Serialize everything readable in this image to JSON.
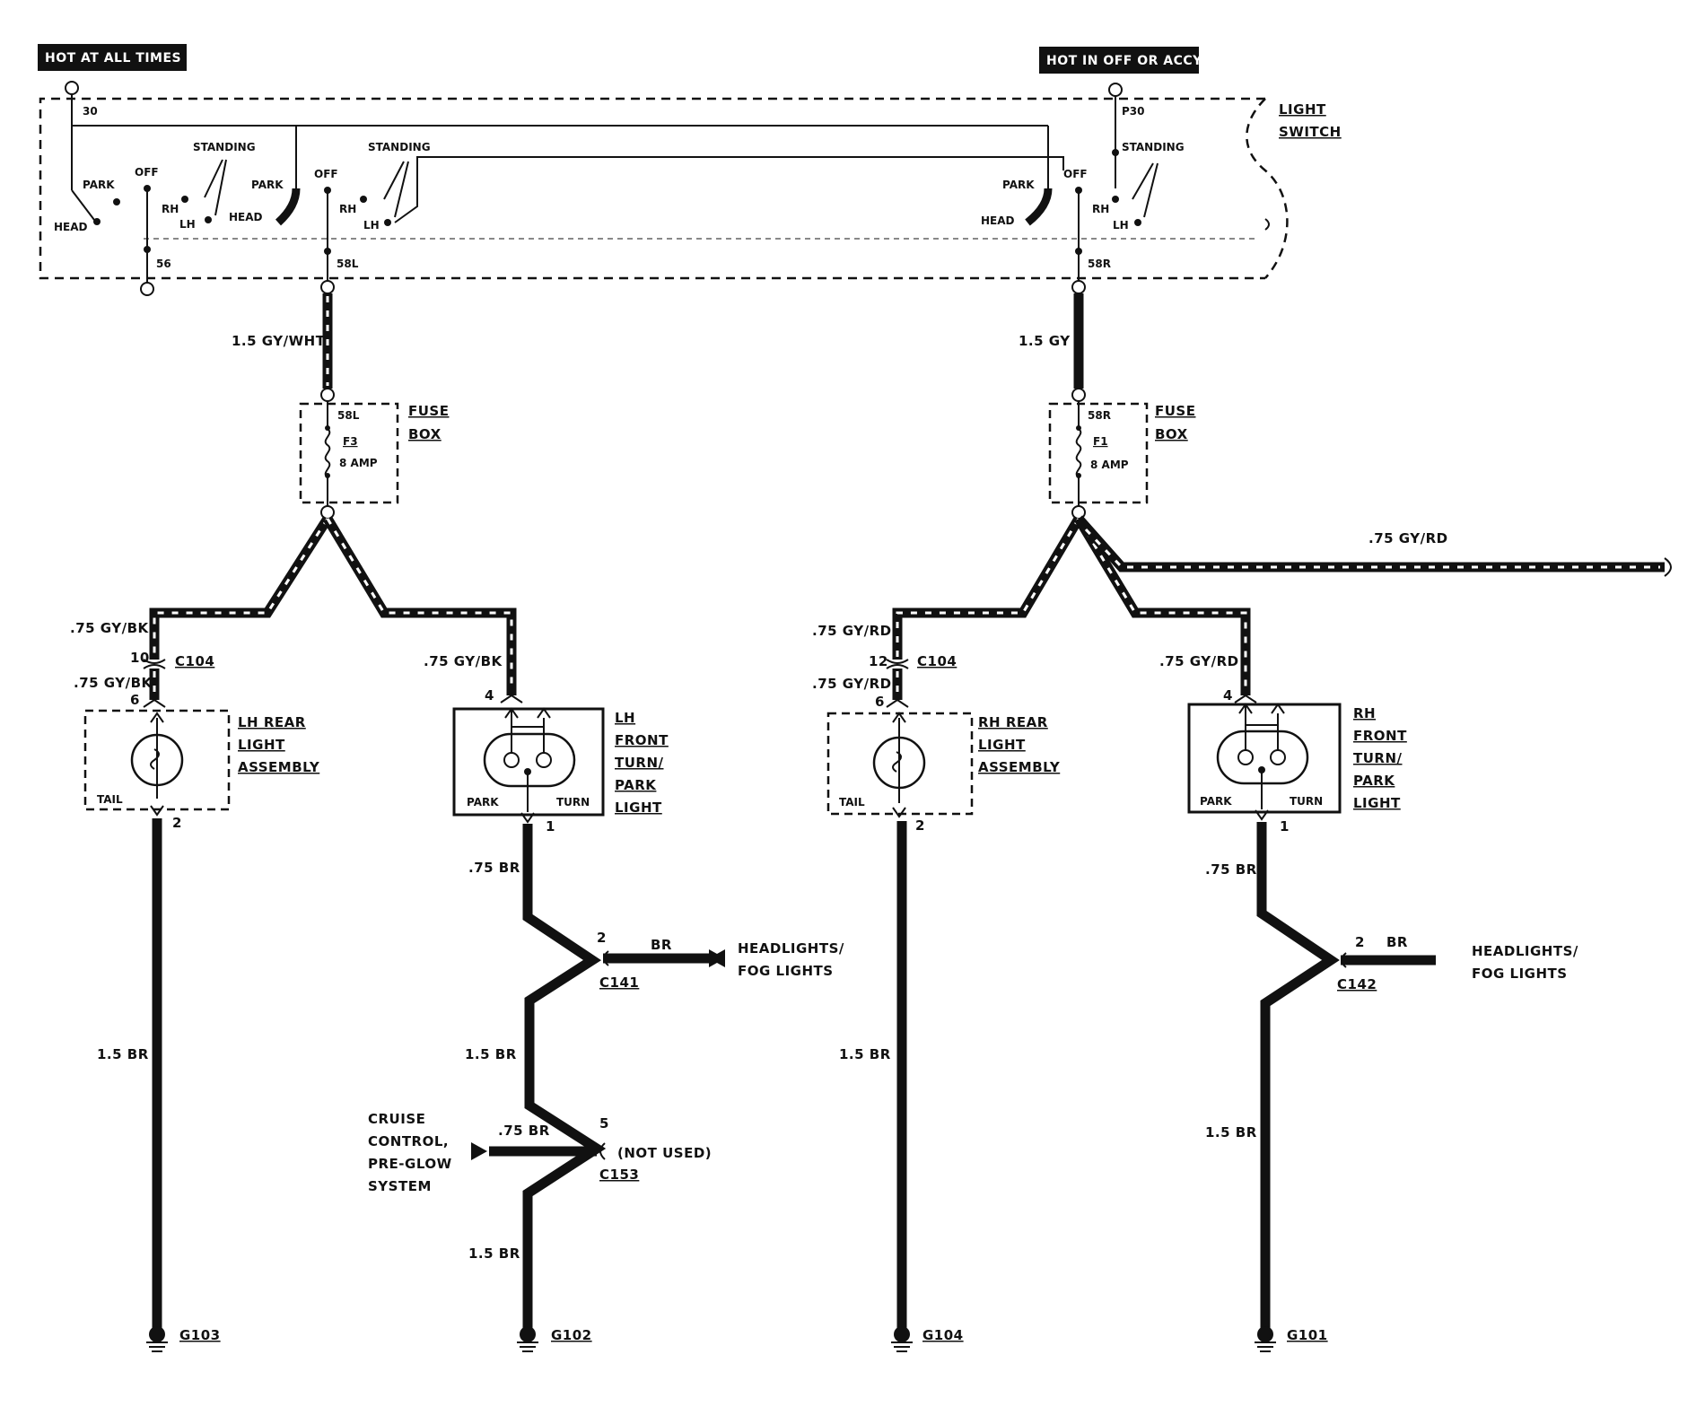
{
  "labels": {
    "hot_all_times": "HOT AT ALL TIMES",
    "hot_off_accy": "HOT IN OFF OR ACCY",
    "light": "LIGHT",
    "switch": "SWITCH",
    "t30": "30",
    "tp30": "P30",
    "t56": "56",
    "t58l": "58L",
    "t58r": "58R",
    "standing": "STANDING",
    "park": "PARK",
    "off": "OFF",
    "head": "HEAD",
    "rh": "RH",
    "lh": "LH",
    "w_15gywht": "1.5 GY/WHT",
    "w_15gy": "1.5 GY",
    "fuse": "FUSE",
    "box": "BOX",
    "f3": "F3",
    "f1": "F1",
    "amp8": "8 AMP",
    "w_75gybk": ".75 GY/BK",
    "w_75gyrd": ".75 GY/RD",
    "c104": "C104",
    "n10": "10",
    "n12": "12",
    "n6": "6",
    "n4": "4",
    "n2": "2",
    "n1": "1",
    "n5": "5",
    "lh_rear_1": "LH REAR",
    "lh_rear_2": "LIGHT",
    "lh_rear_3": "ASSEMBLY",
    "rh_rear_1": "RH REAR",
    "rh_rear_2": "LIGHT",
    "rh_rear_3": "ASSEMBLY",
    "tail": "TAIL",
    "turn": "TURN",
    "lhf_1": "LH",
    "lhf_2": "FRONT",
    "lhf_3": "TURN/",
    "lhf_4": "PARK",
    "lhf_5": "LIGHT",
    "rhf_1": "RH",
    "rhf_2": "FRONT",
    "rhf_3": "TURN/",
    "rhf_4": "PARK",
    "rhf_5": "LIGHT",
    "w_15br": "1.5 BR",
    "w_75br": ".75 BR",
    "br": "BR",
    "c141": "C141",
    "c142": "C142",
    "c153": "C153",
    "headlights": "HEADLIGHTS/",
    "foglights": "FOG LIGHTS",
    "cruise_1": "CRUISE",
    "cruise_2": "CONTROL,",
    "cruise_3": "PRE-GLOW",
    "cruise_4": "SYSTEM",
    "not_used": "(NOT USED)",
    "g103": "G103",
    "g102": "G102",
    "g104": "G104",
    "g101": "G101"
  }
}
